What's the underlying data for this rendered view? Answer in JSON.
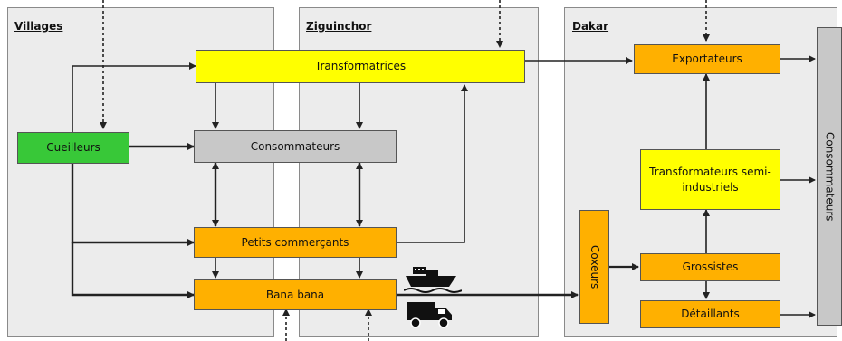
{
  "zones": {
    "villages": "Villages",
    "ziguinchor": "Ziguinchor",
    "dakar": "Dakar"
  },
  "nodes": {
    "cueilleurs": "Cueilleurs",
    "transformatrices": "Transformatrices",
    "consommateurs_local": "Consommateurs",
    "petits_commercants": "Petits commerçants",
    "bana_bana": "Bana bana",
    "exportateurs": "Exportateurs",
    "transformateurs": "Transformateurs semi-industriels",
    "coxeurs": "Coxeurs",
    "grossistes": "Grossistes",
    "detaillants": "Détaillants",
    "consommateurs_dakar": "Consommateurs"
  },
  "icons": [
    "boat-icon",
    "truck-icon"
  ],
  "colors": {
    "yellow": "#ffff00",
    "orange": "#ffb000",
    "green": "#38c838",
    "grey": "#c8c8c8"
  }
}
